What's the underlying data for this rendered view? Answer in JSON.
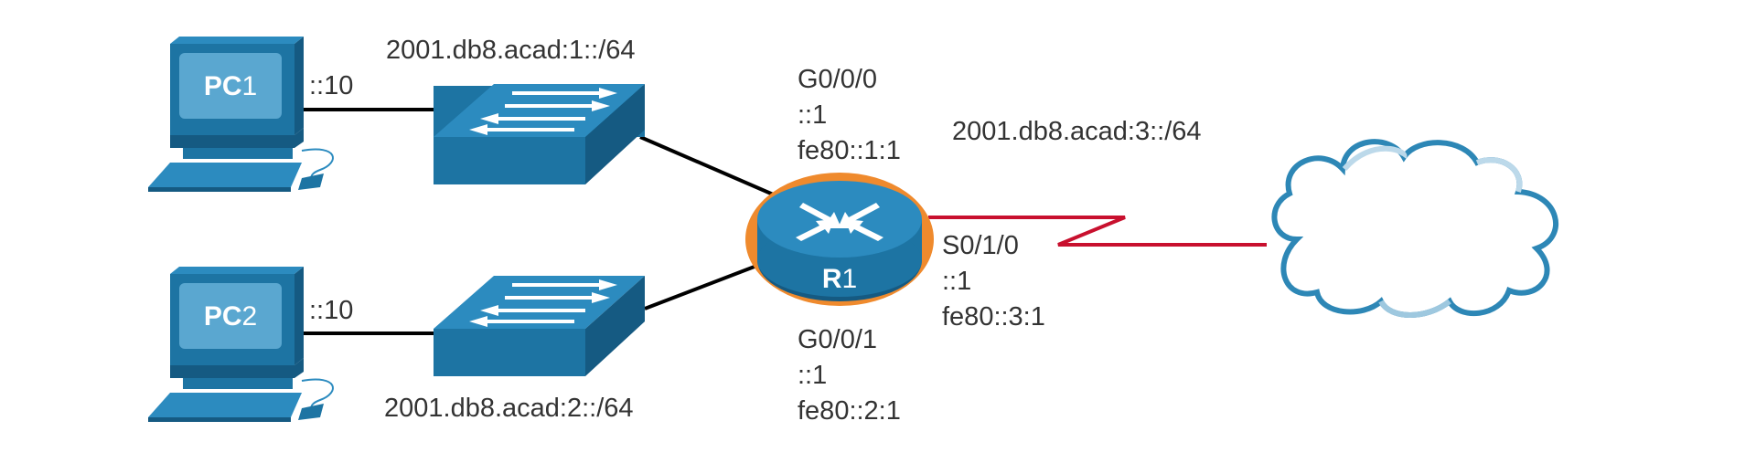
{
  "colors": {
    "device_blue": "#1d74a3",
    "device_dark": "#155a82",
    "device_light": "#2c8bbf",
    "screen": "#5aa7d0",
    "router_ring": "#ef8a2d",
    "serial_link": "#c8102e",
    "ethernet_link": "#000000",
    "cloud_outline": "#2d87b6"
  },
  "icons": {
    "pc": "desktop-pc-icon",
    "switch": "switch-icon",
    "router": "router-icon",
    "cloud": "cloud-icon"
  },
  "devices": {
    "pc1": {
      "prefix": "PC",
      "num": "1",
      "ip_label": "::10"
    },
    "pc2": {
      "prefix": "PC",
      "num": "2",
      "ip_label": "::10"
    },
    "r1": {
      "prefix": "R",
      "num": "1"
    }
  },
  "networks": {
    "lan1": "2001.db8.acad:1::/64",
    "lan2": "2001.db8.acad:2::/64",
    "wan": "2001.db8.acad:3::/64"
  },
  "interfaces": {
    "g000": {
      "name": "G0/0/0",
      "ip": "::1",
      "link_local": "fe80::1:1"
    },
    "g001": {
      "name": "G0/0/1",
      "ip": "::1",
      "link_local": "fe80::2:1"
    },
    "s010": {
      "name": "S0/1/0",
      "ip": "::1",
      "link_local": "fe80::3:1"
    }
  }
}
